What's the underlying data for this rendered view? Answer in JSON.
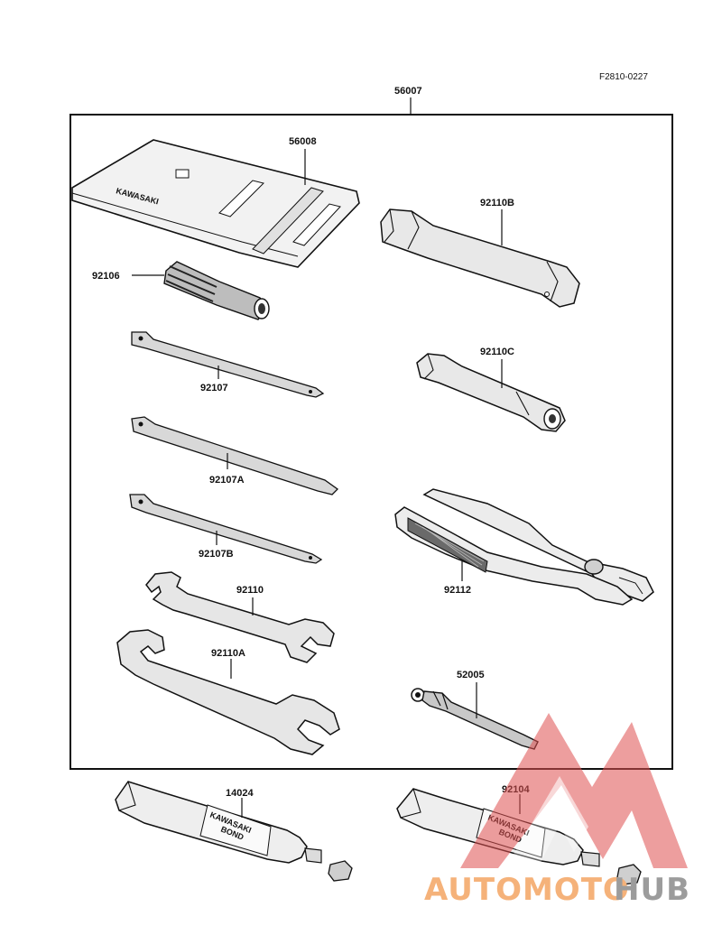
{
  "figure_code": "F2810-0227",
  "parts": {
    "kit": "56007",
    "bag": "56008",
    "screwdriver_handle": "92106",
    "screwdriver_1": "92107",
    "screwdriver_2": "92107A",
    "screwdriver_3": "92107B",
    "wrench_small": "92110",
    "wrench_large": "92110A",
    "box_wrench_long": "92110B",
    "box_wrench_short": "92110C",
    "pliers": "92112",
    "spoke_tool": "52005",
    "bond_1": "14024",
    "bond_2": "92104"
  },
  "bag_text": "KAWASAKI",
  "tube_text": {
    "line1": "KAWASAKI",
    "line2": "BOND"
  },
  "watermark": {
    "part1": "AUTOMOTO",
    "part2": "HUB"
  }
}
